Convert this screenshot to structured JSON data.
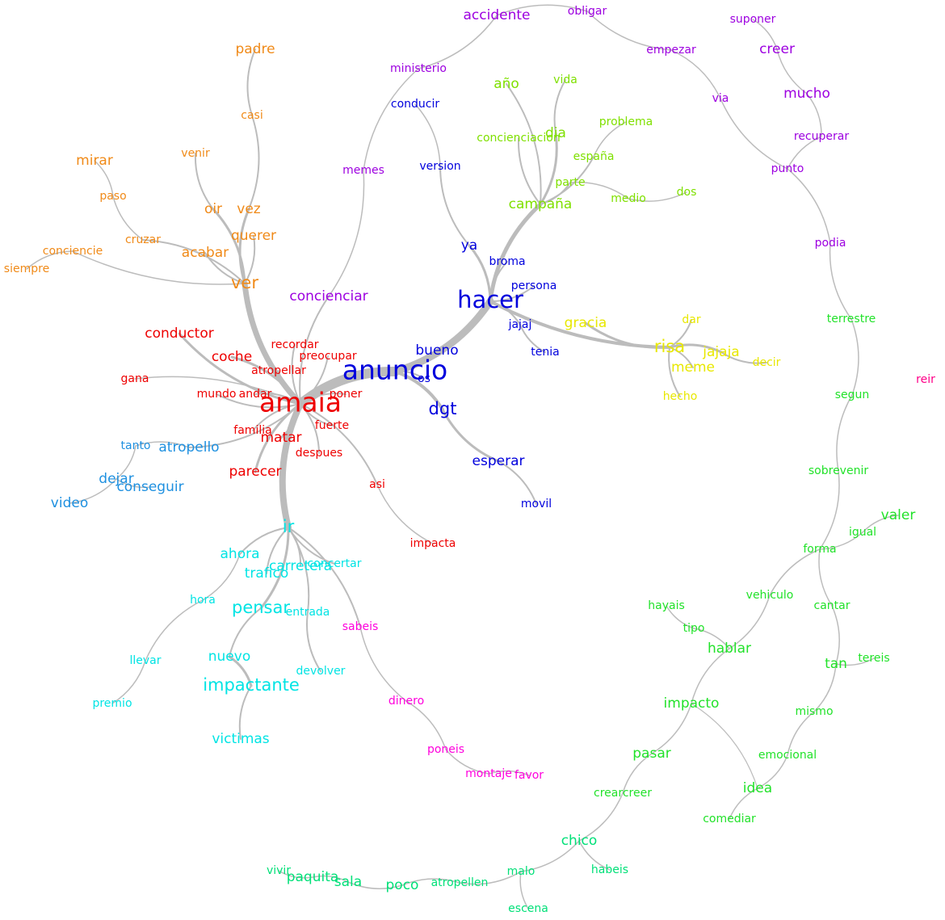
{
  "colors": {
    "red": "#ee0000",
    "blue": "#0000dd",
    "orange": "#f08a18",
    "purple": "#9d00e0",
    "lightgreen": "#7fe000",
    "yellow": "#e8e800",
    "steelblue": "#1e90e0",
    "cyan": "#00e4e4",
    "magenta": "#ff00dd",
    "green": "#22e22a",
    "seagreen": "#00e078",
    "pink": "#ff0088"
  },
  "nodes": [
    {
      "label": "amaia",
      "color": "red",
      "weight": 5
    },
    {
      "label": "anuncio",
      "color": "blue",
      "weight": 5
    },
    {
      "label": "hacer",
      "color": "blue",
      "weight": 4
    },
    {
      "label": "ver",
      "color": "orange",
      "weight": 3
    },
    {
      "label": "ir",
      "color": "cyan",
      "weight": 3
    },
    {
      "label": "risa",
      "color": "yellow",
      "weight": 3
    },
    {
      "label": "dgt",
      "color": "blue",
      "weight": 3
    },
    {
      "label": "bueno",
      "color": "blue",
      "weight": 2
    },
    {
      "label": "os",
      "color": "blue",
      "weight": 1
    },
    {
      "label": "esperar",
      "color": "blue",
      "weight": 2
    },
    {
      "label": "movil",
      "color": "blue",
      "weight": 1
    },
    {
      "label": "ya",
      "color": "blue",
      "weight": 2
    },
    {
      "label": "broma",
      "color": "blue",
      "weight": 1
    },
    {
      "label": "persona",
      "color": "blue",
      "weight": 1
    },
    {
      "label": "jajaj",
      "color": "blue",
      "weight": 1
    },
    {
      "label": "tenia",
      "color": "blue",
      "weight": 1
    },
    {
      "label": "conducir",
      "color": "blue",
      "weight": 1
    },
    {
      "label": "version",
      "color": "blue",
      "weight": 1
    },
    {
      "label": "conductor",
      "color": "red",
      "weight": 2
    },
    {
      "label": "coche",
      "color": "red",
      "weight": 2
    },
    {
      "label": "recordar",
      "color": "red",
      "weight": 1
    },
    {
      "label": "preocupar",
      "color": "red",
      "weight": 1
    },
    {
      "label": "atropellar",
      "color": "red",
      "weight": 1
    },
    {
      "label": "gana",
      "color": "red",
      "weight": 1
    },
    {
      "label": "mundo",
      "color": "red",
      "weight": 1
    },
    {
      "label": "andar",
      "color": "red",
      "weight": 1
    },
    {
      "label": "poner",
      "color": "red",
      "weight": 1
    },
    {
      "label": "familia",
      "color": "red",
      "weight": 1
    },
    {
      "label": "matar",
      "color": "red",
      "weight": 2
    },
    {
      "label": "fuerte",
      "color": "red",
      "weight": 1
    },
    {
      "label": "despues",
      "color": "red",
      "weight": 1
    },
    {
      "label": "parecer",
      "color": "red",
      "weight": 2
    },
    {
      "label": "asi",
      "color": "red",
      "weight": 1
    },
    {
      "label": "impacta",
      "color": "red",
      "weight": 1
    },
    {
      "label": "padre",
      "color": "orange",
      "weight": 2
    },
    {
      "label": "casi",
      "color": "orange",
      "weight": 1
    },
    {
      "label": "mirar",
      "color": "orange",
      "weight": 2
    },
    {
      "label": "venir",
      "color": "orange",
      "weight": 1
    },
    {
      "label": "paso",
      "color": "orange",
      "weight": 1
    },
    {
      "label": "oir",
      "color": "orange",
      "weight": 2
    },
    {
      "label": "vez",
      "color": "orange",
      "weight": 2
    },
    {
      "label": "querer",
      "color": "orange",
      "weight": 2
    },
    {
      "label": "cruzar",
      "color": "orange",
      "weight": 1
    },
    {
      "label": "acabar",
      "color": "orange",
      "weight": 2
    },
    {
      "label": "conciencie",
      "color": "orange",
      "weight": 1
    },
    {
      "label": "siempre",
      "color": "orange",
      "weight": 1
    },
    {
      "label": "accidente",
      "color": "purple",
      "weight": 2
    },
    {
      "label": "obligar",
      "color": "purple",
      "weight": 1
    },
    {
      "label": "ministerio",
      "color": "purple",
      "weight": 1
    },
    {
      "label": "empezar",
      "color": "purple",
      "weight": 1
    },
    {
      "label": "suponer",
      "color": "purple",
      "weight": 1
    },
    {
      "label": "creer",
      "color": "purple",
      "weight": 2
    },
    {
      "label": "mucho",
      "color": "purple",
      "weight": 2
    },
    {
      "label": "via",
      "color": "purple",
      "weight": 1
    },
    {
      "label": "recuperar",
      "color": "purple",
      "weight": 1
    },
    {
      "label": "punto",
      "color": "purple",
      "weight": 1
    },
    {
      "label": "memes",
      "color": "purple",
      "weight": 1
    },
    {
      "label": "podia",
      "color": "purple",
      "weight": 1
    },
    {
      "label": "concienciar",
      "color": "purple",
      "weight": 2
    },
    {
      "label": "año",
      "color": "lightgreen",
      "weight": 2
    },
    {
      "label": "vida",
      "color": "lightgreen",
      "weight": 1
    },
    {
      "label": "problema",
      "color": "lightgreen",
      "weight": 1
    },
    {
      "label": "concienciacion",
      "color": "lightgreen",
      "weight": 1
    },
    {
      "label": "dia",
      "color": "lightgreen",
      "weight": 2
    },
    {
      "label": "españa",
      "color": "lightgreen",
      "weight": 1
    },
    {
      "label": "parte",
      "color": "lightgreen",
      "weight": 1
    },
    {
      "label": "medio",
      "color": "lightgreen",
      "weight": 1
    },
    {
      "label": "dos",
      "color": "lightgreen",
      "weight": 1
    },
    {
      "label": "campaña",
      "color": "lightgreen",
      "weight": 2
    },
    {
      "label": "dar",
      "color": "yellow",
      "weight": 1
    },
    {
      "label": "gracia",
      "color": "yellow",
      "weight": 2
    },
    {
      "label": "jajaja",
      "color": "yellow",
      "weight": 2
    },
    {
      "label": "meme",
      "color": "yellow",
      "weight": 2
    },
    {
      "label": "decir",
      "color": "yellow",
      "weight": 1
    },
    {
      "label": "hecho",
      "color": "yellow",
      "weight": 1
    },
    {
      "label": "tanto",
      "color": "steelblue",
      "weight": 1
    },
    {
      "label": "atropello",
      "color": "steelblue",
      "weight": 2
    },
    {
      "label": "dejar",
      "color": "steelblue",
      "weight": 2
    },
    {
      "label": "conseguir",
      "color": "steelblue",
      "weight": 2
    },
    {
      "label": "video",
      "color": "steelblue",
      "weight": 2
    },
    {
      "label": "ahora",
      "color": "cyan",
      "weight": 2
    },
    {
      "label": "carretera",
      "color": "cyan",
      "weight": 2
    },
    {
      "label": "concertar",
      "color": "cyan",
      "weight": 1
    },
    {
      "label": "trafico",
      "color": "cyan",
      "weight": 2
    },
    {
      "label": "hora",
      "color": "cyan",
      "weight": 1
    },
    {
      "label": "pensar",
      "color": "cyan",
      "weight": 3
    },
    {
      "label": "entrada",
      "color": "cyan",
      "weight": 1
    },
    {
      "label": "llevar",
      "color": "cyan",
      "weight": 1
    },
    {
      "label": "nuevo",
      "color": "cyan",
      "weight": 2
    },
    {
      "label": "devolver",
      "color": "cyan",
      "weight": 1
    },
    {
      "label": "impactante",
      "color": "cyan",
      "weight": 3
    },
    {
      "label": "premio",
      "color": "cyan",
      "weight": 1
    },
    {
      "label": "victimas",
      "color": "cyan",
      "weight": 2
    },
    {
      "label": "sabeis",
      "color": "magenta",
      "weight": 1
    },
    {
      "label": "dinero",
      "color": "magenta",
      "weight": 1
    },
    {
      "label": "poneis",
      "color": "magenta",
      "weight": 1
    },
    {
      "label": "montaje",
      "color": "magenta",
      "weight": 1
    },
    {
      "label": "favor",
      "color": "magenta",
      "weight": 1
    },
    {
      "label": "reir",
      "color": "pink",
      "weight": 1
    },
    {
      "label": "terrestre",
      "color": "green",
      "weight": 1
    },
    {
      "label": "segun",
      "color": "green",
      "weight": 1
    },
    {
      "label": "sobrevenir",
      "color": "green",
      "weight": 1
    },
    {
      "label": "valer",
      "color": "green",
      "weight": 2
    },
    {
      "label": "igual",
      "color": "green",
      "weight": 1
    },
    {
      "label": "forma",
      "color": "green",
      "weight": 1
    },
    {
      "label": "vehiculo",
      "color": "green",
      "weight": 1
    },
    {
      "label": "hayais",
      "color": "green",
      "weight": 1
    },
    {
      "label": "cantar",
      "color": "green",
      "weight": 1
    },
    {
      "label": "tipo",
      "color": "green",
      "weight": 1
    },
    {
      "label": "hablar",
      "color": "green",
      "weight": 2
    },
    {
      "label": "tan",
      "color": "green",
      "weight": 2
    },
    {
      "label": "tereis",
      "color": "green",
      "weight": 1
    },
    {
      "label": "impacto",
      "color": "green",
      "weight": 2
    },
    {
      "label": "mismo",
      "color": "green",
      "weight": 1
    },
    {
      "label": "emocional",
      "color": "green",
      "weight": 1
    },
    {
      "label": "pasar",
      "color": "green",
      "weight": 2
    },
    {
      "label": "idea",
      "color": "green",
      "weight": 2
    },
    {
      "label": "crearcreer",
      "color": "green",
      "weight": 1
    },
    {
      "label": "comediar",
      "color": "green",
      "weight": 1
    },
    {
      "label": "chico",
      "color": "seagreen",
      "weight": 2
    },
    {
      "label": "habeis",
      "color": "seagreen",
      "weight": 1
    },
    {
      "label": "vivir",
      "color": "seagreen",
      "weight": 1
    },
    {
      "label": "paquita",
      "color": "seagreen",
      "weight": 2
    },
    {
      "label": "sala",
      "color": "seagreen",
      "weight": 2
    },
    {
      "label": "poco",
      "color": "seagreen",
      "weight": 2
    },
    {
      "label": "atropellen",
      "color": "seagreen",
      "weight": 1
    },
    {
      "label": "malo",
      "color": "seagreen",
      "weight": 1
    },
    {
      "label": "escena",
      "color": "seagreen",
      "weight": 1
    }
  ]
}
